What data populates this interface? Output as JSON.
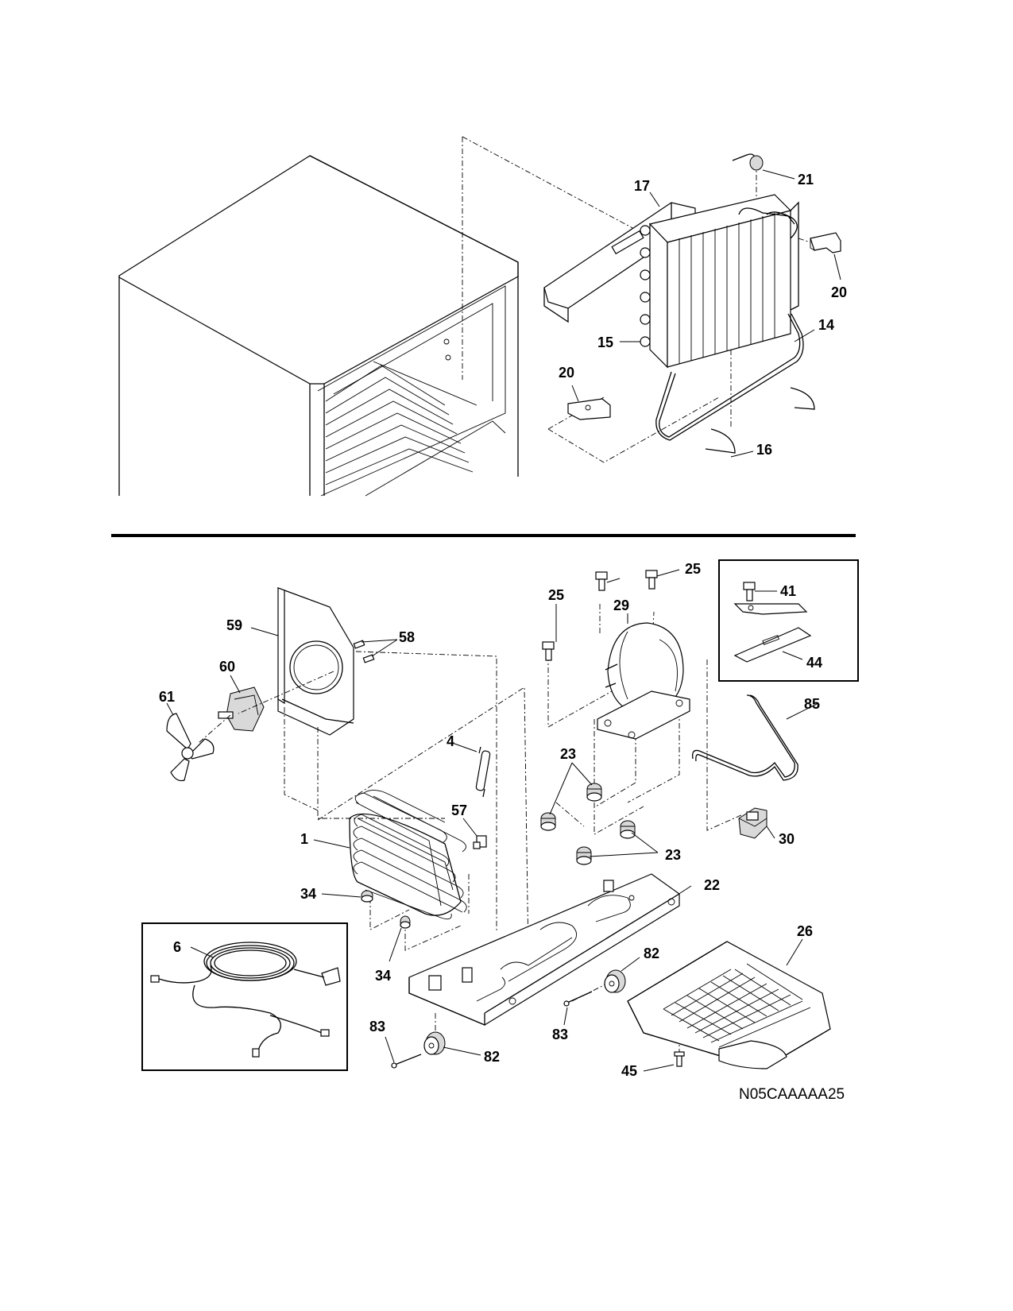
{
  "diagram_code": "N05CAAAAA25",
  "callouts": {
    "c21": "21",
    "c17": "17",
    "c20a": "20",
    "c14": "14",
    "c15": "15",
    "c20b": "20",
    "c16": "16",
    "c25a": "25",
    "c25b": "25",
    "c29": "29",
    "c41": "41",
    "c44": "44",
    "c59": "59",
    "c58": "58",
    "c60": "60",
    "c61": "61",
    "c85": "85",
    "c4": "4",
    "c23a": "23",
    "c57": "57",
    "c1": "1",
    "c30": "30",
    "c23b": "23",
    "c34a": "34",
    "c22": "22",
    "c34b": "34",
    "c6": "6",
    "c26": "26",
    "c82a": "82",
    "c83a": "83",
    "c83b": "83",
    "c82b": "82",
    "c45": "45"
  }
}
